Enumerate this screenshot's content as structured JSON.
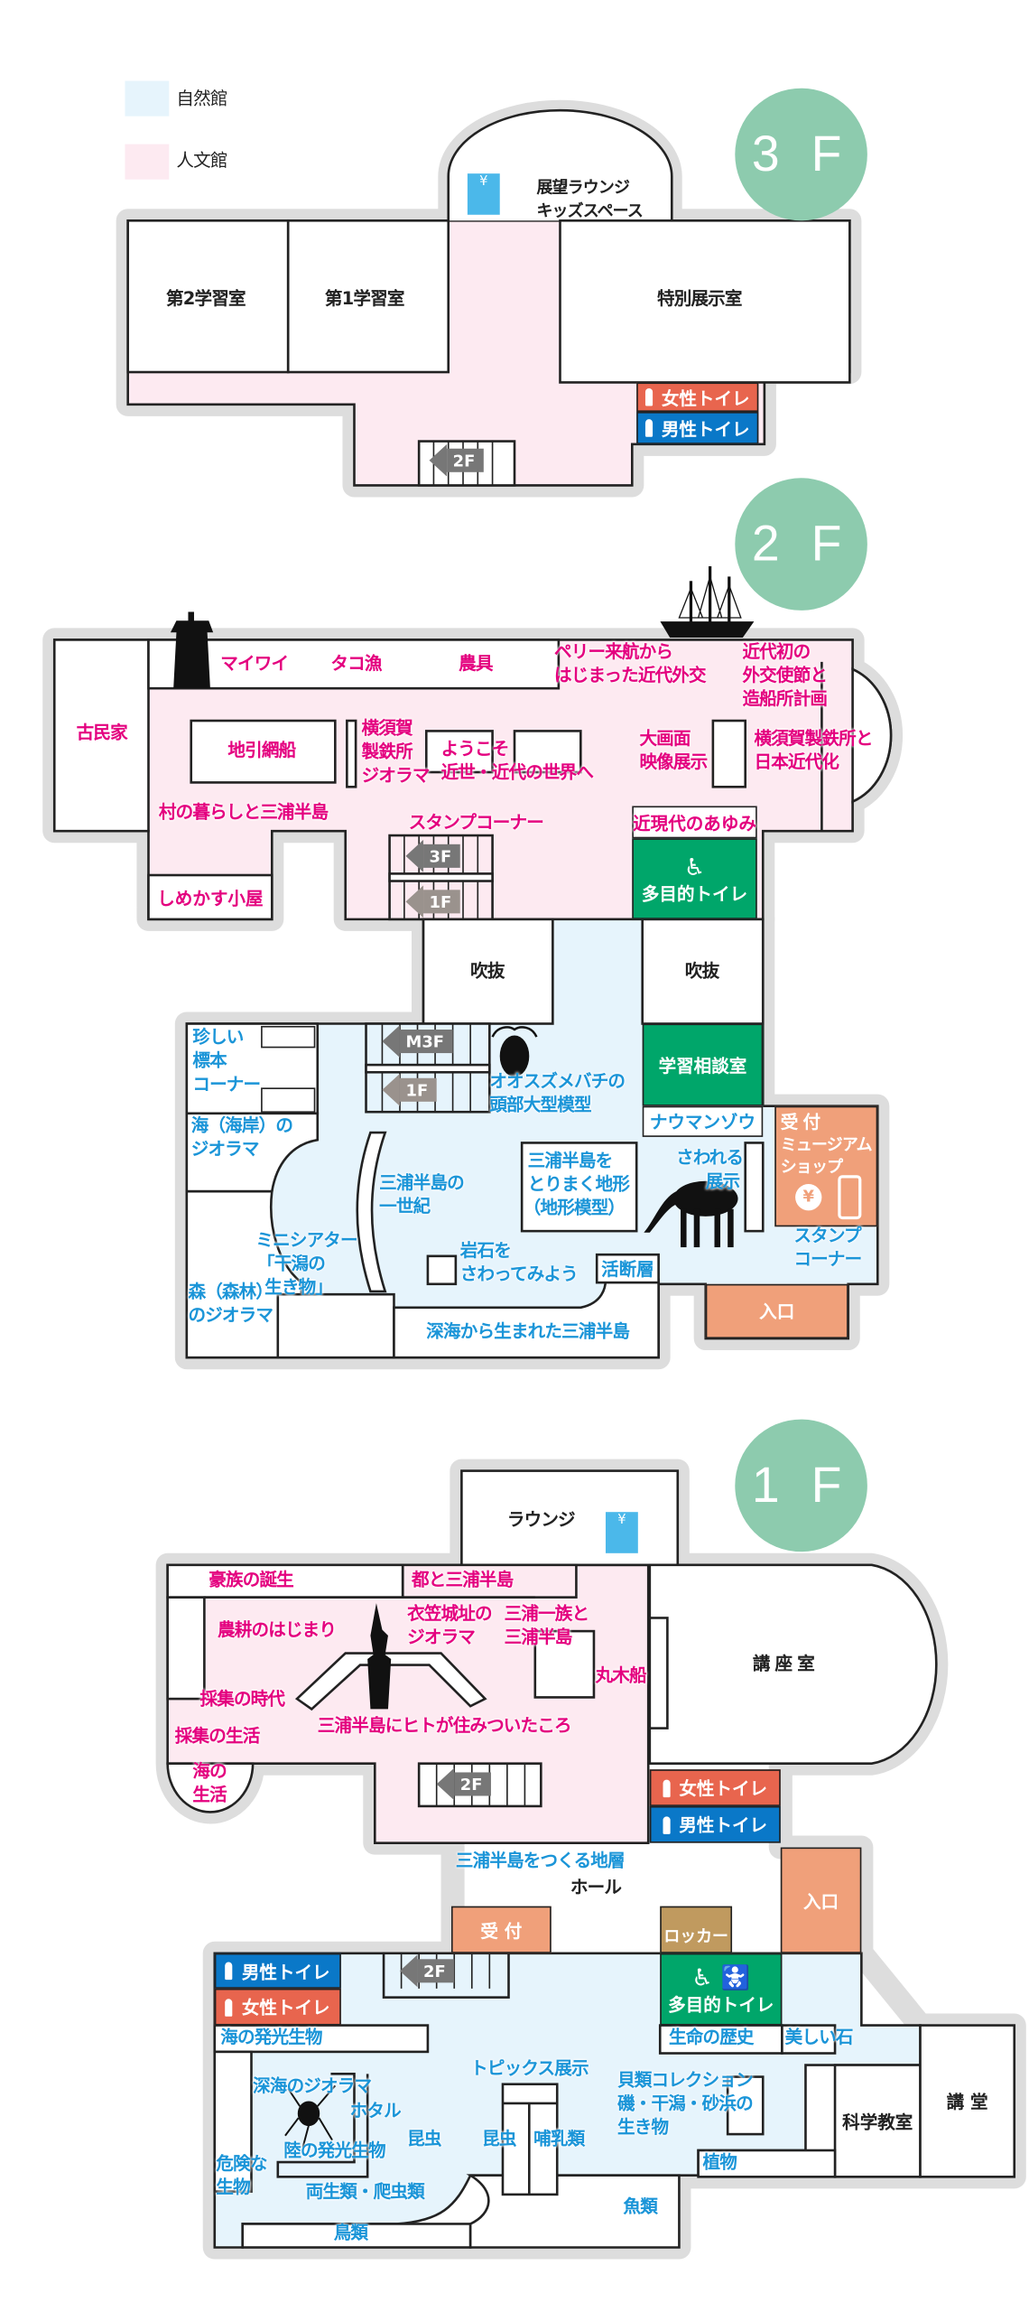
{
  "legend": {
    "nature": "自然館",
    "humanities": "人文館",
    "nature_color": "#e6f4fc",
    "humanities_color": "#fdeaf1"
  },
  "colors": {
    "magenta": "#e4007f",
    "blue": "#1b95d8",
    "floor_badge": "#8dcbae",
    "toilet_women": "#e8654e",
    "toilet_men": "#0a78c8",
    "accessible": "#00a66a",
    "orange": "#f0a07a"
  },
  "f3": {
    "badge": "3 F",
    "lounge_1": "展望ラウンジ",
    "lounge_2": "キッズスペース",
    "study2": "第2学習室",
    "study1": "第1学習室",
    "special": "特別展示室",
    "women": "女性トイレ",
    "men": "男性トイレ",
    "stairs": "2F",
    "cafe_icon": "¥"
  },
  "f2": {
    "badge": "2 F",
    "kominka": "古民家",
    "maiwai": "マイワイ",
    "takoryo": "タコ漁",
    "nougu": "農具",
    "perry_1": "ペリー来航から",
    "perry_2": "はじまった近代外交",
    "envoy_1": "近代初の",
    "envoy_2": "外交使節と",
    "envoy_3": "造船所計画",
    "jibiki": "地引網船",
    "yoko_1": "横須賀",
    "yoko_2": "製鉄所",
    "yoko_3": "ジオラマ",
    "welcome_1": "ようこそ",
    "welcome_2": "近世・近代の世界へ",
    "screen_1": "大画面",
    "screen_2": "映像展示",
    "modern_1": "横須賀製鉄所と",
    "modern_2": "日本近代化",
    "village": "村の暮らしと三浦半島",
    "stamp": "スタンプコーナー",
    "ayumi": "近現代のあゆみ",
    "shimekasu": "しめかす小屋",
    "accessible": "多目的トイレ",
    "stairs_up": "3F",
    "stairs_down": "1F",
    "void_1": "吹抜",
    "void_2": "吹抜",
    "stairs_m3f": "M3F",
    "stairs_1f": "1F",
    "rare_1": "珍しい",
    "rare_2": "標本",
    "rare_3": "コーナー",
    "sea_1": "海（海岸）の",
    "sea_2": "ジオラマ",
    "hornet_1": "オオスズメバチの",
    "hornet_2": "頭部大型模型",
    "study_room": "学習相談室",
    "nauman": "ナウマンゾウ",
    "century_1": "三浦半島の",
    "century_2": "一世紀",
    "terrain_1": "三浦半島を",
    "terrain_2": "とりまく地形",
    "terrain_3": "（地形模型）",
    "touch_1": "さわれる",
    "touch_2": "展示",
    "shop_1": "受 付",
    "shop_2": "ミュージアム",
    "shop_3": "ショップ",
    "theater_1": "ミニシアター",
    "theater_2": "「干潟の",
    "theater_3": "生き物」",
    "forest_1": "森（森林）",
    "forest_2": "のジオラマ",
    "rock_1": "岩石を",
    "rock_2": "さわってみよう",
    "fault": "活断層",
    "stamp2_1": "スタンプ",
    "stamp2_2": "コーナー",
    "deep": "深海から生まれた三浦半島",
    "entrance": "入口",
    "cafe_icon": "¥"
  },
  "f1": {
    "badge": "1 F",
    "lounge": "ラウンジ",
    "gozoku": "豪族の誕生",
    "miyako": "都と三浦半島",
    "farming": "農耕のはじまり",
    "kinugasa_1": "衣笠城址の",
    "kinugasa_2": "ジオラマ",
    "miura_1": "三浦一族と",
    "miura_2": "三浦半島",
    "canoe": "丸木船",
    "gather_age": "採集の時代",
    "gather_life": "採集の生活",
    "first_humans": "三浦半島にヒトが住みついたころ",
    "sea_life_1": "海の",
    "sea_life_2": "生活",
    "lecture": "講 座 室",
    "women": "女性トイレ",
    "men": "男性トイレ",
    "strata": "三浦半島をつくる地層",
    "hall": "ホール",
    "reception": "受 付",
    "locker": "ロッカー",
    "entrance": "入口",
    "stairs": "2F",
    "men2": "男性トイレ",
    "women2": "女性トイレ",
    "accessible": "多目的トイレ",
    "sea_glow": "海の発光生物",
    "life_history": "生命の歴史",
    "stones": "美しい石",
    "deep_diorama": "深海のジオラマ",
    "firefly": "ホタル",
    "topics": "トピックス展示",
    "shell_1": "貝類コレクション",
    "shell_2": "磯・干潟・砂浜の",
    "shell_3": "生き物",
    "insects_1": "昆虫",
    "insects_2": "昆虫",
    "mammals": "哺乳類",
    "land_glow": "陸の発光生物",
    "danger_1": "危険な",
    "danger_2": "生物",
    "amphibians": "両生類・爬虫類",
    "plants": "植物",
    "science": "科学教室",
    "auditorium": "講 堂",
    "birds": "鳥類",
    "fish": "魚類",
    "cafe_icon": "¥"
  }
}
